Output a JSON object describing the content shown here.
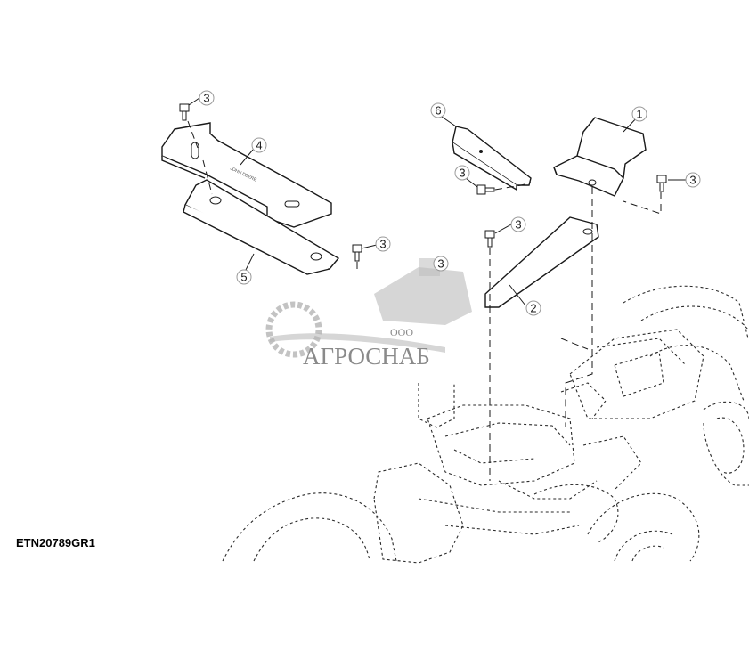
{
  "figure_code": "ETN20789GR1",
  "callouts": [
    {
      "id": "c1",
      "label": "1"
    },
    {
      "id": "c2",
      "label": "2"
    },
    {
      "id": "c3a",
      "label": "3"
    },
    {
      "id": "c3b",
      "label": "3"
    },
    {
      "id": "c3c",
      "label": "3"
    },
    {
      "id": "c3d",
      "label": "3"
    },
    {
      "id": "c3e",
      "label": "3"
    },
    {
      "id": "c3f",
      "label": "3"
    },
    {
      "id": "c4",
      "label": "4"
    },
    {
      "id": "c5",
      "label": "5"
    },
    {
      "id": "c6",
      "label": "6"
    }
  ],
  "watermark": {
    "company_prefix": "ООО",
    "company_name": "АГРОСНАБ"
  }
}
